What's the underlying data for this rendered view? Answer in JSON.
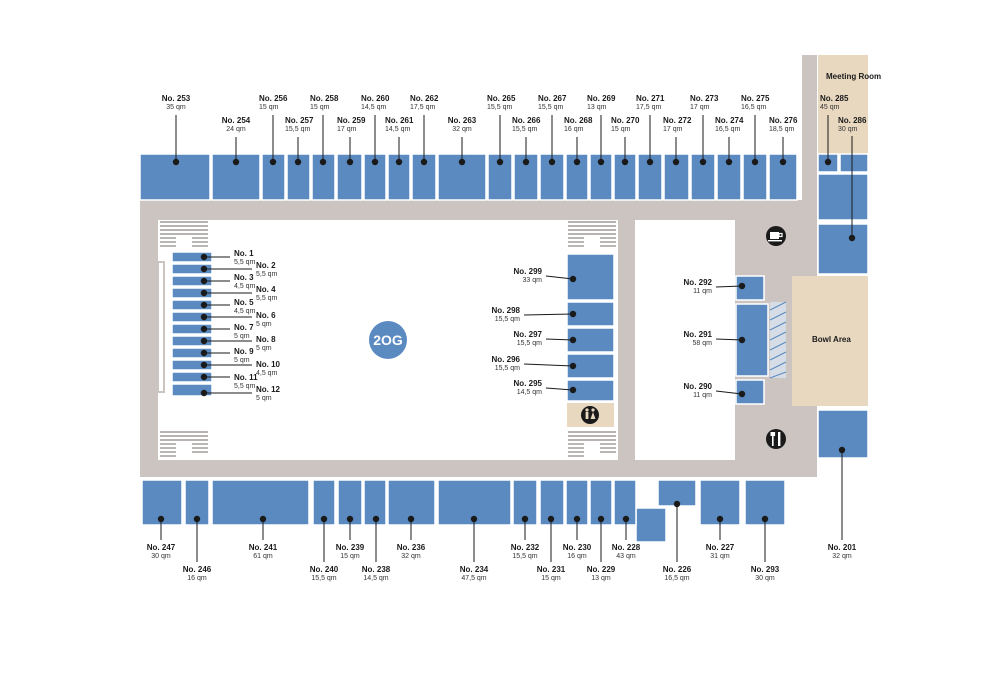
{
  "floor_label": "2OG",
  "rooms": [
    {
      "no": "No. 253",
      "area": "35 qm"
    },
    {
      "no": "No. 254",
      "area": "24 qm"
    },
    {
      "no": "No. 256",
      "area": "15 qm"
    },
    {
      "no": "No. 257",
      "area": "15,5 qm"
    },
    {
      "no": "No. 258",
      "area": "15 qm"
    },
    {
      "no": "No. 259",
      "area": "17 qm"
    },
    {
      "no": "No. 260",
      "area": "14,5 qm"
    },
    {
      "no": "No. 261",
      "area": "14,5 qm"
    },
    {
      "no": "No. 262",
      "area": "17,5 qm"
    },
    {
      "no": "No. 263",
      "area": "32 qm"
    },
    {
      "no": "No. 265",
      "area": "15,5 qm"
    },
    {
      "no": "No. 266",
      "area": "15,5 qm"
    },
    {
      "no": "No. 267",
      "area": "15,5 qm"
    },
    {
      "no": "No. 268",
      "area": "16 qm"
    },
    {
      "no": "No. 269",
      "area": "13 qm"
    },
    {
      "no": "No. 270",
      "area": "15 qm"
    },
    {
      "no": "No. 271",
      "area": "17,5 qm"
    },
    {
      "no": "No. 272",
      "area": "17 qm"
    },
    {
      "no": "No. 273",
      "area": "17 qm"
    },
    {
      "no": "No. 274",
      "area": "16,5 qm"
    },
    {
      "no": "No. 275",
      "area": "16,5 qm"
    },
    {
      "no": "No. 276",
      "area": "18,5 qm"
    },
    {
      "no": "No. 285",
      "area": "45 qm"
    },
    {
      "no": "No. 286",
      "area": "30 qm"
    },
    {
      "no": "No. 1",
      "area": "5,5 qm"
    },
    {
      "no": "No. 2",
      "area": "5,5 qm"
    },
    {
      "no": "No. 3",
      "area": "4,5 qm"
    },
    {
      "no": "No. 4",
      "area": "5,5 qm"
    },
    {
      "no": "No. 5",
      "area": "4,5 qm"
    },
    {
      "no": "No. 6",
      "area": "5 qm"
    },
    {
      "no": "No. 7",
      "area": "5 qm"
    },
    {
      "no": "No. 8",
      "area": "5 qm"
    },
    {
      "no": "No. 9",
      "area": "5 qm"
    },
    {
      "no": "No. 10",
      "area": "4,5 qm"
    },
    {
      "no": "No. 11",
      "area": "5,5 qm"
    },
    {
      "no": "No. 12",
      "area": "5 qm"
    },
    {
      "no": "No. 299",
      "area": "33 qm"
    },
    {
      "no": "No. 298",
      "area": "15,5 qm"
    },
    {
      "no": "No. 297",
      "area": "15,5 qm"
    },
    {
      "no": "No. 296",
      "area": "15,5 qm"
    },
    {
      "no": "No. 295",
      "area": "14,5 qm"
    },
    {
      "no": "No. 292",
      "area": "11 qm"
    },
    {
      "no": "No. 291",
      "area": "58 qm"
    },
    {
      "no": "No. 290",
      "area": "11 qm"
    },
    {
      "no": "No. 247",
      "area": "30 qm"
    },
    {
      "no": "No. 246",
      "area": "16 qm"
    },
    {
      "no": "No. 241",
      "area": "61 qm"
    },
    {
      "no": "No. 240",
      "area": "15,5 qm"
    },
    {
      "no": "No. 239",
      "area": "15 qm"
    },
    {
      "no": "No. 238",
      "area": "14,5 qm"
    },
    {
      "no": "No. 236",
      "area": "32 qm"
    },
    {
      "no": "No. 234",
      "area": "47,5 qm"
    },
    {
      "no": "No. 232",
      "area": "15,5 qm"
    },
    {
      "no": "No. 231",
      "area": "15 qm"
    },
    {
      "no": "No. 230",
      "area": "16 qm"
    },
    {
      "no": "No. 229",
      "area": "13 qm"
    },
    {
      "no": "No. 228",
      "area": "43 qm"
    },
    {
      "no": "No. 226",
      "area": "16,5 qm"
    },
    {
      "no": "No. 227",
      "area": "31 qm"
    },
    {
      "no": "No. 293",
      "area": "30 qm"
    },
    {
      "no": "No. 201",
      "area": "32 qm"
    }
  ],
  "areas": {
    "meeting_room": "Meeting Room",
    "bowl_area": "Bowl Area"
  },
  "icons": {
    "coffee": "coffee-icon",
    "restaurant": "cutlery-icon",
    "restroom": "restroom-icon"
  },
  "colors": {
    "room": "#5b8ac0",
    "corridor": "#cbc4c1",
    "common_area": "#e8d8c0",
    "label": "#1a1a1a"
  }
}
